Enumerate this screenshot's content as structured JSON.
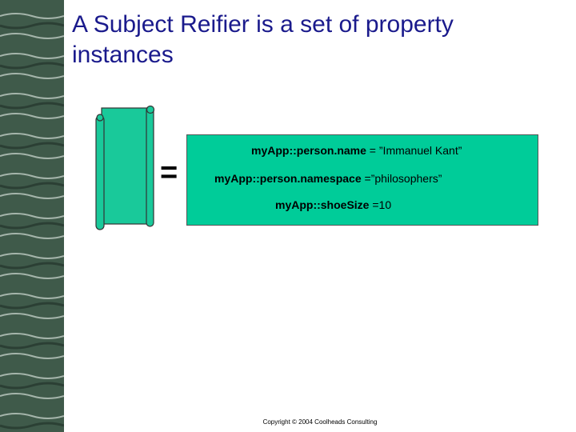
{
  "slide": {
    "title": "A Subject Reifier is a set of property instances",
    "equals": "=",
    "properties": [
      {
        "key": "myApp::person.name",
        "op": " = ",
        "value": "”Immanuel Kant”"
      },
      {
        "key": "myApp::person.namespace",
        "op": " =",
        "value": "”philosophers”"
      },
      {
        "key": "myApp::shoeSize",
        "op": " =",
        "value": "10"
      }
    ],
    "footer": "Copyright © 2004 Coolheads Consulting"
  },
  "colors": {
    "title": "#1a1a8c",
    "box": "#00cc99",
    "scroll": "#19c99a"
  }
}
